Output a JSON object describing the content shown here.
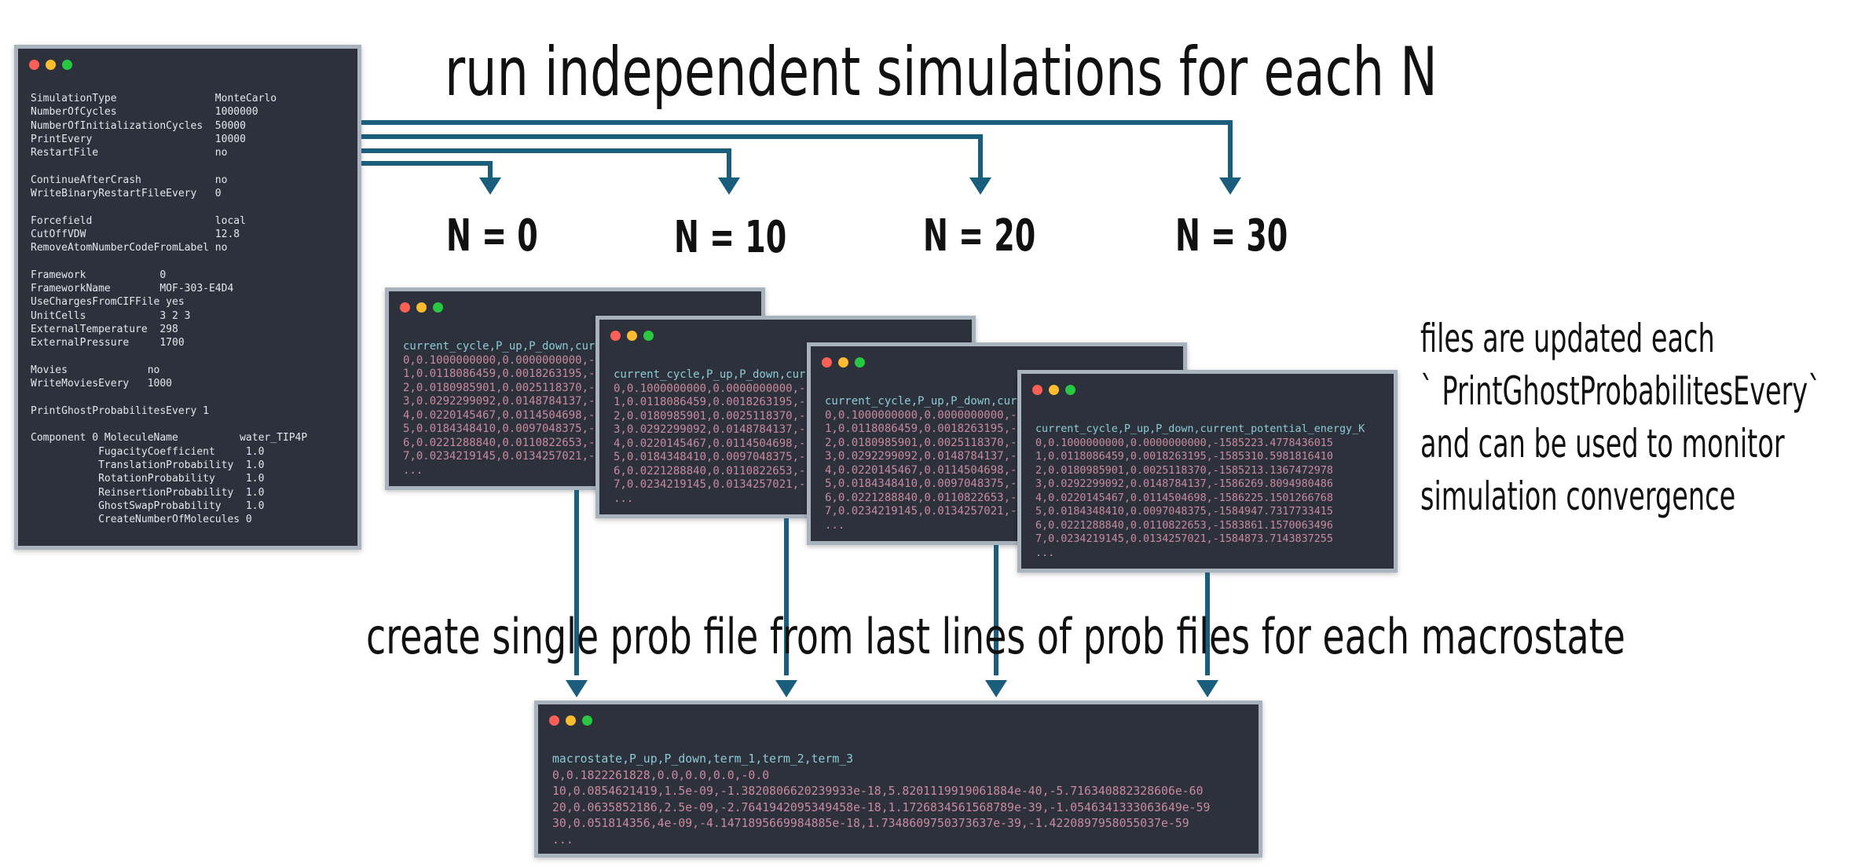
{
  "headings": {
    "top": "run independent simulations for each N",
    "middle": "create single prob file from last lines of prob files for each macrostate"
  },
  "n_labels": [
    "N = 0",
    "N = 10",
    "N = 20",
    "N = 30"
  ],
  "side_note": [
    "files are updated each",
    "` PrintGhostProbabilitesEvery`",
    "and can be used to monitor",
    "simulation convergence"
  ],
  "config_window": {
    "lines": [
      "SimulationType                MonteCarlo",
      "NumberOfCycles                1000000",
      "NumberOfInitializationCycles  50000",
      "PrintEvery                    10000",
      "RestartFile                   no",
      "",
      "ContinueAfterCrash            no",
      "WriteBinaryRestartFileEvery   0",
      "",
      "Forcefield                    local",
      "CutOffVDW                     12.8",
      "RemoveAtomNumberCodeFromLabel no",
      "",
      "Framework            0",
      "FrameworkName        MOF-303-E4D4",
      "UseChargesFromCIFFile yes",
      "UnitCells            3 2 3",
      "ExternalTemperature  298",
      "ExternalPressure     1700",
      "",
      "Movies             no",
      "WriteMoviesEvery   1000",
      "",
      "PrintGhostProbabilitesEvery 1",
      "",
      "Component 0 MoleculeName          water_TIP4P",
      "           FugacityCoefficient     1.0",
      "           TranslationProbability  1.0",
      "           RotationProbability     1.0",
      "           ReinsertionProbability  1.0",
      "           GhostSwapProbability    1.0",
      "           CreateNumberOfMolecules 0"
    ]
  },
  "prob_windows": [
    {
      "header": "current_cycle,P_up,P_down,cur",
      "rows": [
        "0,0.1000000000,0.0000000000,-",
        "1,0.0118086459,0.0018263195,-",
        "2,0.0180985901,0.0025118370,-",
        "3,0.0292299092,0.0148784137,-",
        "4,0.0220145467,0.0114504698,-",
        "5,0.0184348410,0.0097048375,-",
        "6,0.0221288840,0.0110822653,-",
        "7,0.0234219145,0.0134257021,-",
        "..."
      ]
    },
    {
      "header": "current_cycle,P_up,P_down,cur",
      "rows": [
        "0,0.1000000000,0.0000000000,-",
        "1,0.0118086459,0.0018263195,-",
        "2,0.0180985901,0.0025118370,-",
        "3,0.0292299092,0.0148784137,-",
        "4,0.0220145467,0.0114504698,-",
        "5,0.0184348410,0.0097048375,-",
        "6,0.0221288840,0.0110822653,-",
        "7,0.0234219145,0.0134257021,-",
        "..."
      ]
    },
    {
      "header": "current_cycle,P_up,P_down,cur",
      "rows": [
        "0,0.1000000000,0.0000000000,-",
        "1,0.0118086459,0.0018263195,-",
        "2,0.0180985901,0.0025118370,-",
        "3,0.0292299092,0.0148784137,-",
        "4,0.0220145467,0.0114504698,-",
        "5,0.0184348410,0.0097048375,-",
        "6,0.0221288840,0.0110822653,-",
        "7,0.0234219145,0.0134257021,-",
        "..."
      ]
    },
    {
      "header": "current_cycle,P_up,P_down,current_potential_energy_K",
      "rows": [
        "0,0.1000000000,0.0000000000,-1585223.4778436015",
        "1,0.0118086459,0.0018263195,-1585310.5981816410",
        "2,0.0180985901,0.0025118370,-1585213.1367472978",
        "3,0.0292299092,0.0148784137,-1586269.8094980486",
        "4,0.0220145467,0.0114504698,-1586225.1501266768",
        "5,0.0184348410,0.0097048375,-1584947.7317733415",
        "6,0.0221288840,0.0110822653,-1583861.1570063496",
        "7,0.0234219145,0.0134257021,-1584873.7143837255",
        "..."
      ]
    }
  ],
  "macro_window": {
    "header": "macrostate,P_up,P_down,term_1,term_2,term_3",
    "rows": [
      "0,0.1822261828,0.0,0.0,0.0,-0.0",
      "10,0.0854621419,1.5e-09,-1.3820806620239933e-18,5.8201119919061884e-40,-5.716340882328606e-60",
      "20,0.0635852186,2.5e-09,-2.7641942095349458e-18,1.1726834561568789e-39,-1.0546341333063649e-59",
      "30,0.051814356,4e-09,-4.1471895669984885e-18,1.7348609750373637e-39,-1.4220897958055037e-59",
      "..."
    ]
  },
  "colors": {
    "arrow": "#1a5d7c",
    "window_bg": "#2c313c",
    "window_border": "#a9b3be",
    "header_text": "#8ccbd6",
    "data_text": "#c98a9e",
    "config_text": "#e4e8ed"
  }
}
